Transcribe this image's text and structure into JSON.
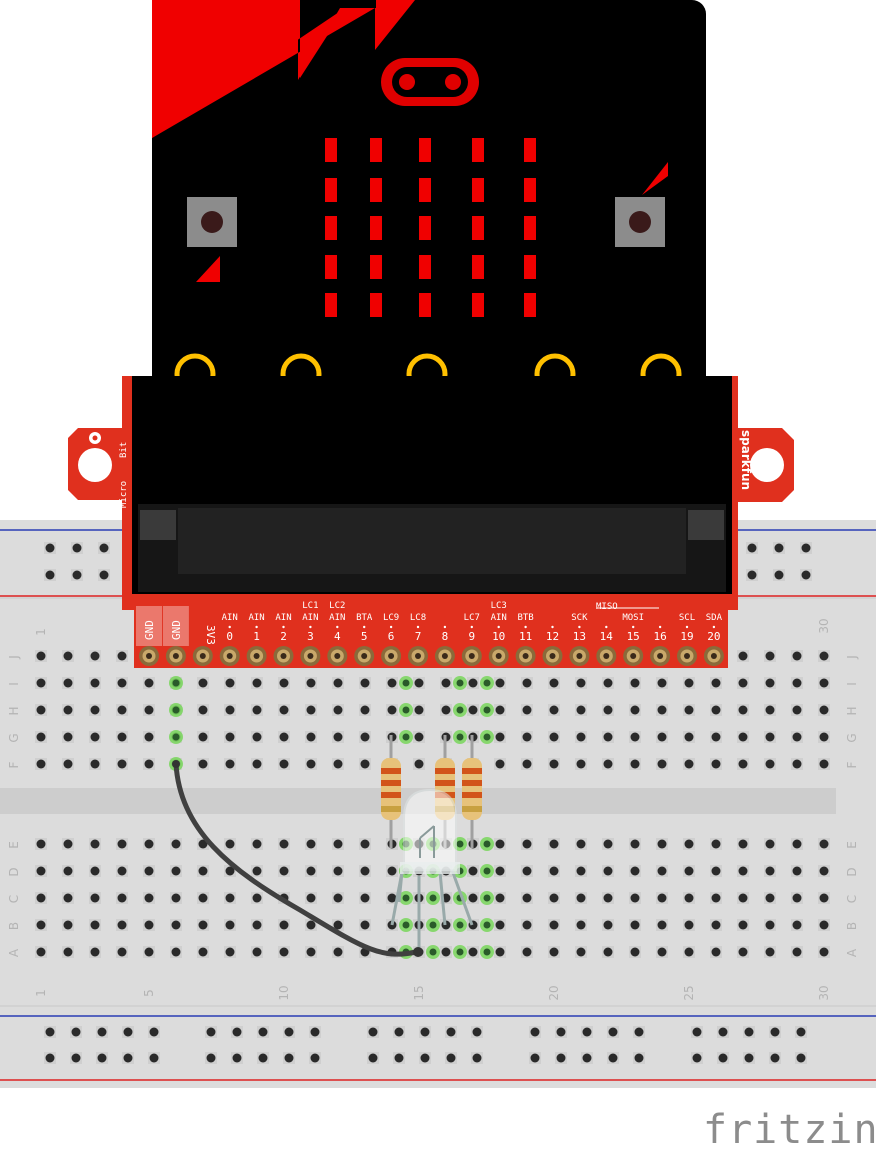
{
  "breadboard": {
    "row_labels_top": [
      "J",
      "I",
      "H",
      "G",
      "F"
    ],
    "row_labels_bottom": [
      "E",
      "D",
      "C",
      "B",
      "A"
    ],
    "column_numbers": [
      "1",
      "5",
      "10",
      "15",
      "20",
      "25",
      "30"
    ],
    "top_corner_number": "30",
    "top_left_number": "1"
  },
  "breakout": {
    "side_left": [
      "Micro",
      "Bit"
    ],
    "side_right": "sparkfun",
    "pins": [
      {
        "num": "GND",
        "func": []
      },
      {
        "num": "GND",
        "func": []
      },
      {
        "num": "3V3",
        "func": []
      },
      {
        "num": "0",
        "func": [
          "AIN"
        ]
      },
      {
        "num": "1",
        "func": [
          "AIN"
        ]
      },
      {
        "num": "2",
        "func": [
          "AIN"
        ]
      },
      {
        "num": "3",
        "func": [
          "LC1",
          "AIN"
        ]
      },
      {
        "num": "4",
        "func": [
          "LC2",
          "AIN"
        ]
      },
      {
        "num": "5",
        "func": [
          "BTA"
        ]
      },
      {
        "num": "6",
        "func": [
          "LC9"
        ]
      },
      {
        "num": "7",
        "func": [
          "LC8"
        ]
      },
      {
        "num": "8",
        "func": []
      },
      {
        "num": "9",
        "func": [
          "LC7"
        ]
      },
      {
        "num": "10",
        "func": [
          "LC3",
          "AIN"
        ]
      },
      {
        "num": "11",
        "func": [
          "BTB"
        ]
      },
      {
        "num": "12",
        "func": []
      },
      {
        "num": "13",
        "func": [
          "SCK"
        ]
      },
      {
        "num": "14",
        "func": []
      },
      {
        "num": "15",
        "func": [
          "MOSI"
        ]
      },
      {
        "num": "16",
        "func": []
      },
      {
        "num": "19",
        "func": [
          "SCL"
        ]
      },
      {
        "num": "20",
        "func": [
          "SDA"
        ]
      }
    ],
    "miso_label": "MISO"
  },
  "watermark": "fritzing",
  "colors": {
    "breadboard": "#dcdcdc",
    "microbit_red": "#f00000",
    "breakout_red": "#e0301e",
    "gold": "#ffc000",
    "wire": "#404040",
    "highlight": "#78d65a"
  },
  "components": {
    "resistors": 3,
    "rgb_led": 1,
    "jumper_wire": 1
  }
}
